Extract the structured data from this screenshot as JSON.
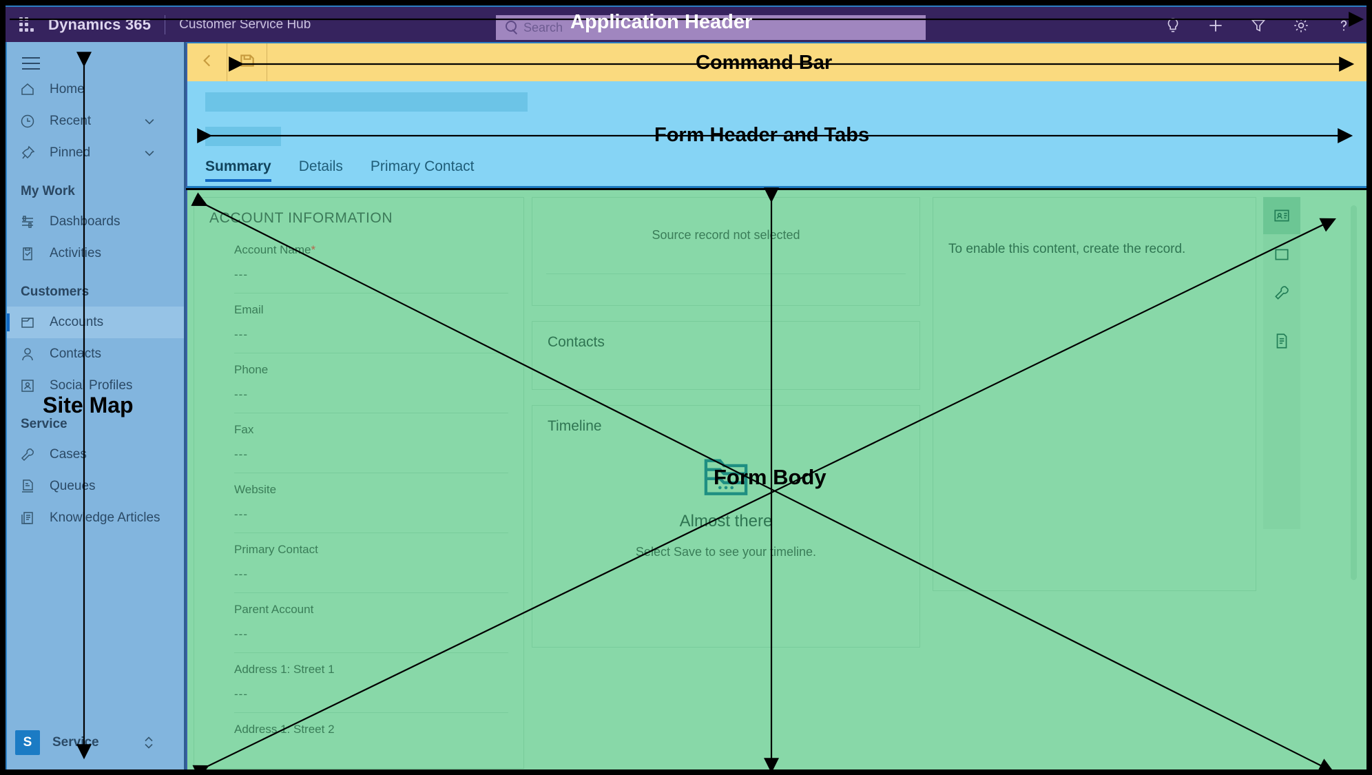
{
  "header": {
    "brand": "Dynamics 365",
    "app_name": "Customer Service Hub",
    "waffle_icon": "waffle-grid-icon",
    "search": {
      "placeholder": "Search",
      "icon": "search-icon"
    },
    "icons": [
      {
        "name": "lightbulb-icon",
        "label": "Assistant"
      },
      {
        "name": "plus-icon",
        "label": "Quick create"
      },
      {
        "name": "filter-icon",
        "label": "Filter"
      },
      {
        "name": "gear-icon",
        "label": "Settings"
      },
      {
        "name": "help-icon",
        "label": "Help"
      }
    ]
  },
  "sidebar": {
    "hamburger_icon": "hamburger-menu-icon",
    "items": [
      {
        "label": "Home",
        "icon": "home-icon",
        "selected": false,
        "chevron": false
      },
      {
        "label": "Recent",
        "icon": "clock-icon",
        "selected": false,
        "chevron": true
      },
      {
        "label": "Pinned",
        "icon": "pin-icon",
        "selected": false,
        "chevron": true
      }
    ],
    "groups": [
      {
        "title": "My Work",
        "items": [
          {
            "label": "Dashboards",
            "icon": "dashboard-icon",
            "selected": false
          },
          {
            "label": "Activities",
            "icon": "activities-icon",
            "selected": false
          }
        ]
      },
      {
        "title": "Customers",
        "items": [
          {
            "label": "Accounts",
            "icon": "account-icon",
            "selected": true
          },
          {
            "label": "Contacts",
            "icon": "person-icon",
            "selected": false
          },
          {
            "label": "Social Profiles",
            "icon": "social-profile-icon",
            "selected": false
          }
        ]
      },
      {
        "title": "Service",
        "items": [
          {
            "label": "Cases",
            "icon": "wrench-icon",
            "selected": false
          },
          {
            "label": "Queues",
            "icon": "queue-icon",
            "selected": false
          },
          {
            "label": "Knowledge Articles",
            "icon": "article-icon",
            "selected": false
          }
        ]
      }
    ],
    "profile": {
      "initial": "S",
      "name": "Service",
      "switch_icon": "up-down-chevron-icon"
    }
  },
  "command_bar": {
    "back_icon": "back-arrow-icon",
    "save_icon": "save-icon"
  },
  "form_header": {
    "tabs": [
      {
        "label": "Summary",
        "active": true
      },
      {
        "label": "Details",
        "active": false
      },
      {
        "label": "Primary Contact",
        "active": false
      }
    ]
  },
  "form_body": {
    "left_section": {
      "title": "ACCOUNT INFORMATION",
      "fields": [
        {
          "label": "Account Name",
          "required": true,
          "value": "---"
        },
        {
          "label": "Email",
          "required": false,
          "value": "---"
        },
        {
          "label": "Phone",
          "required": false,
          "value": "---"
        },
        {
          "label": "Fax",
          "required": false,
          "value": "---"
        },
        {
          "label": "Website",
          "required": false,
          "value": "---"
        },
        {
          "label": "Primary Contact",
          "required": false,
          "value": "---"
        },
        {
          "label": "Parent Account",
          "required": false,
          "value": "---"
        },
        {
          "label": "Address 1: Street 1",
          "required": false,
          "value": "---"
        },
        {
          "label": "Address 1: Street 2",
          "required": false,
          "value": ""
        }
      ]
    },
    "middle_cards": {
      "source_record_message": "Source record not selected",
      "contacts_title": "Contacts",
      "timeline_title": "Timeline",
      "timeline_empty": {
        "icon": "folder-ellipsis-icon",
        "title": "Almost there",
        "subtitle": "Select Save to see your timeline."
      }
    },
    "right_panel": {
      "message": "To enable this content, create the record."
    },
    "right_rail": [
      {
        "name": "contact-card-icon",
        "active": true
      },
      {
        "name": "folder-icon",
        "active": false
      },
      {
        "name": "wrench-icon",
        "active": false
      },
      {
        "name": "document-icon",
        "active": false
      }
    ]
  },
  "annotations": [
    {
      "id": "app-header",
      "text": "Application Header"
    },
    {
      "id": "command-bar",
      "text": "Command Bar"
    },
    {
      "id": "form-header",
      "text": "Form Header and Tabs"
    },
    {
      "id": "site-map",
      "text": "Site Map"
    },
    {
      "id": "form-body",
      "text": "Form Body"
    }
  ],
  "colors": {
    "header_purple": "#36235e",
    "sidebar_blue": "#82b5de",
    "command_bar_yellow": "#fada7f",
    "form_header_blue": "#86d4f5",
    "form_body_green": "#88d8a8",
    "accent_blue": "#1268c3"
  }
}
